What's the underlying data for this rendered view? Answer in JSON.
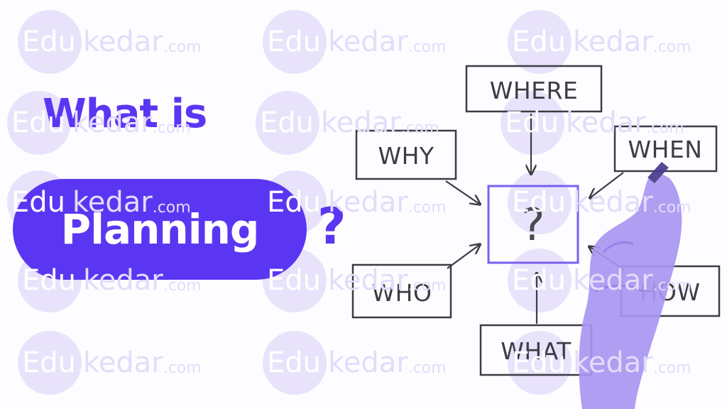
{
  "watermark": {
    "edu": "Edu",
    "kedar": "kedar",
    "com": ".com"
  },
  "headline": {
    "line1": "What is",
    "pill_text": "Planning",
    "question_mark": "?"
  },
  "diagram": {
    "center": "?",
    "labels": {
      "where": "WHERE",
      "why": "WHY",
      "when": "WHEN",
      "who": "WHO",
      "how": "HOW",
      "what": "WHAT"
    }
  },
  "colors": {
    "accent": "#5b36f2",
    "watermark": "#e8e3fb",
    "hand": "#a996f1"
  }
}
